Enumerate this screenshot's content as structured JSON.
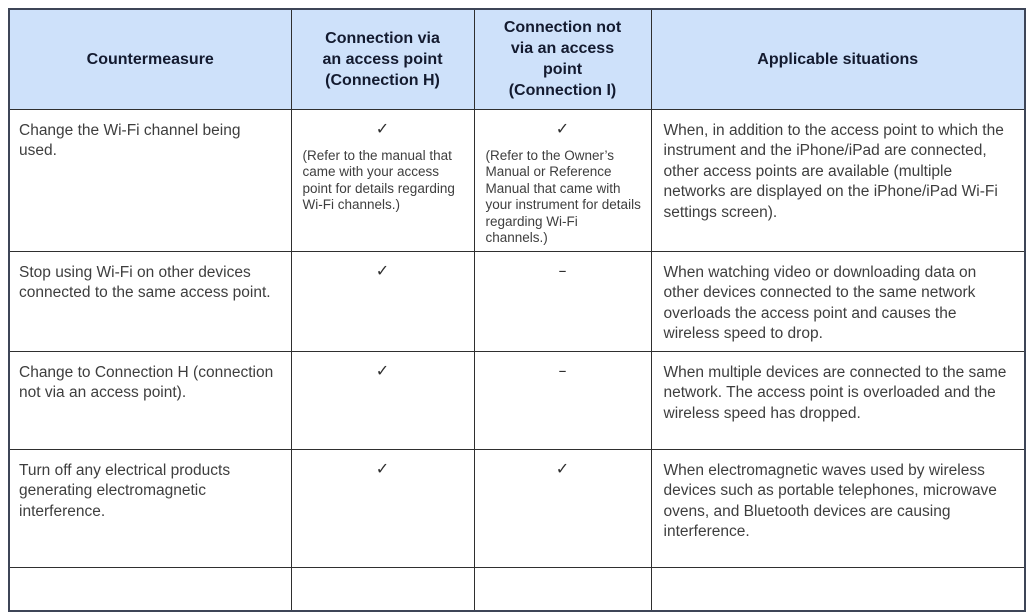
{
  "table": {
    "headers": {
      "countermeasure": "Countermeasure",
      "connection_h": "Connection via\nan access point\n(Connection H)",
      "connection_i": "Connection not\nvia an access\npoint\n(Connection I)",
      "situations": "Applicable situations"
    },
    "marks": {
      "check": "✓",
      "dash": "–"
    },
    "rows": [
      {
        "countermeasure": "Change the Wi-Fi channel being used.",
        "connection_h": {
          "mark": "✓",
          "note": "(Refer to the manual that came with your access point for details regarding Wi-Fi channels.)"
        },
        "connection_i": {
          "mark": "✓",
          "note": "(Refer to the Owner’s Manual or Reference Manual that came with your instrument for details regarding Wi-Fi channels.)"
        },
        "situation": "When, in addition to the access point to which the instrument and the iPhone/iPad are connected, other access points are available (multiple networks are displayed on the iPhone/iPad Wi-Fi settings screen)."
      },
      {
        "countermeasure": "Stop using Wi-Fi on other devices connected to the same access point.",
        "connection_h": {
          "mark": "✓",
          "note": ""
        },
        "connection_i": {
          "mark": "–",
          "note": ""
        },
        "situation": "When watching video or downloading data on other devices connected to the same network overloads the access point and causes the wireless speed to drop."
      },
      {
        "countermeasure": "Change to Connection H (connection not via an access point).",
        "connection_h": {
          "mark": "✓",
          "note": ""
        },
        "connection_i": {
          "mark": "–",
          "note": ""
        },
        "situation": "When multiple devices are connected to the same network. The access point is overloaded and the wireless speed has dropped."
      },
      {
        "countermeasure": "Turn off any electrical products generating electromagnetic interference.",
        "connection_h": {
          "mark": "✓",
          "note": ""
        },
        "connection_i": {
          "mark": "✓",
          "note": ""
        },
        "situation": "When electromagnetic waves used by wireless devices such as portable telephones, microwave ovens, and Bluetooth devices are causing interference."
      }
    ]
  }
}
